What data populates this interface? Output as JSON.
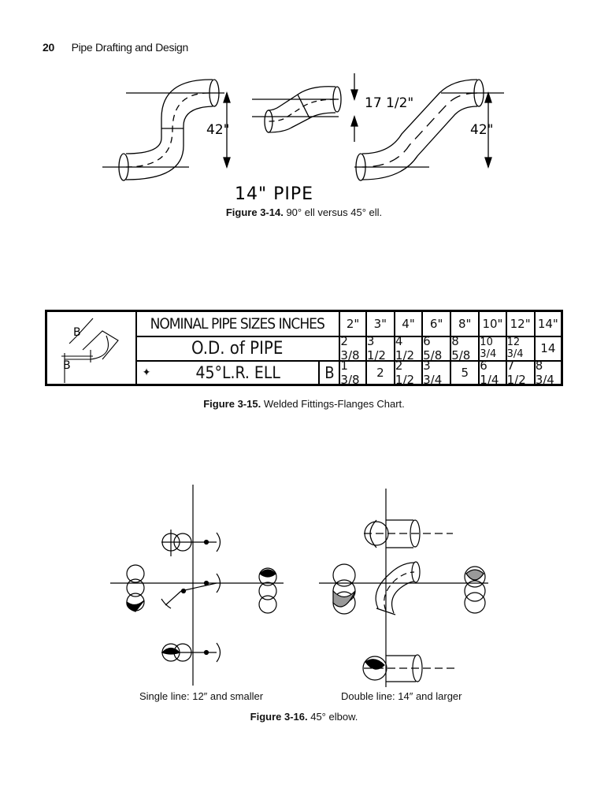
{
  "header": {
    "page_number": "20",
    "running_title": "Pipe Drafting and Design"
  },
  "figure_3_14": {
    "dim_17": "17 1/2\"",
    "dim_42_left": "42\"",
    "dim_42_right": "42\"",
    "pipe_label": "14\" PIPE",
    "caption_num": "Figure 3-14.",
    "caption_text": " 90° ell versus 45° ell."
  },
  "figure_3_15": {
    "icon_labels": [
      "B",
      "B"
    ],
    "row1_label": "NOMINAL PIPE SIZES INCHES",
    "row2_label": "O.D. of PIPE",
    "row3_label": "45°L.R. ELL",
    "row3_symbol": "B",
    "nominal_sizes": [
      "2\"",
      "3\"",
      "4\"",
      "6\"",
      "8\"",
      "10\"",
      "12\"",
      "14\""
    ],
    "od_of_pipe": [
      "2 3/8",
      "3 1/2",
      "4 1/2",
      "6 5/8",
      "8 5/8",
      "10 3/4",
      "12 3/4",
      "14"
    ],
    "ell_b": [
      "1 3/8",
      "2",
      "2 1/2",
      "3 3/4",
      "5",
      "6 1/4",
      "7 1/2",
      "8 3/4"
    ],
    "caption_num": "Figure 3-15.",
    "caption_text": " Welded Fittings-Flanges Chart."
  },
  "figure_3_16": {
    "single_line_label": "Single line: 12″ and smaller",
    "double_line_label": "Double line: 14″ and larger",
    "caption_num": "Figure 3-16.",
    "caption_text": " 45° elbow."
  }
}
